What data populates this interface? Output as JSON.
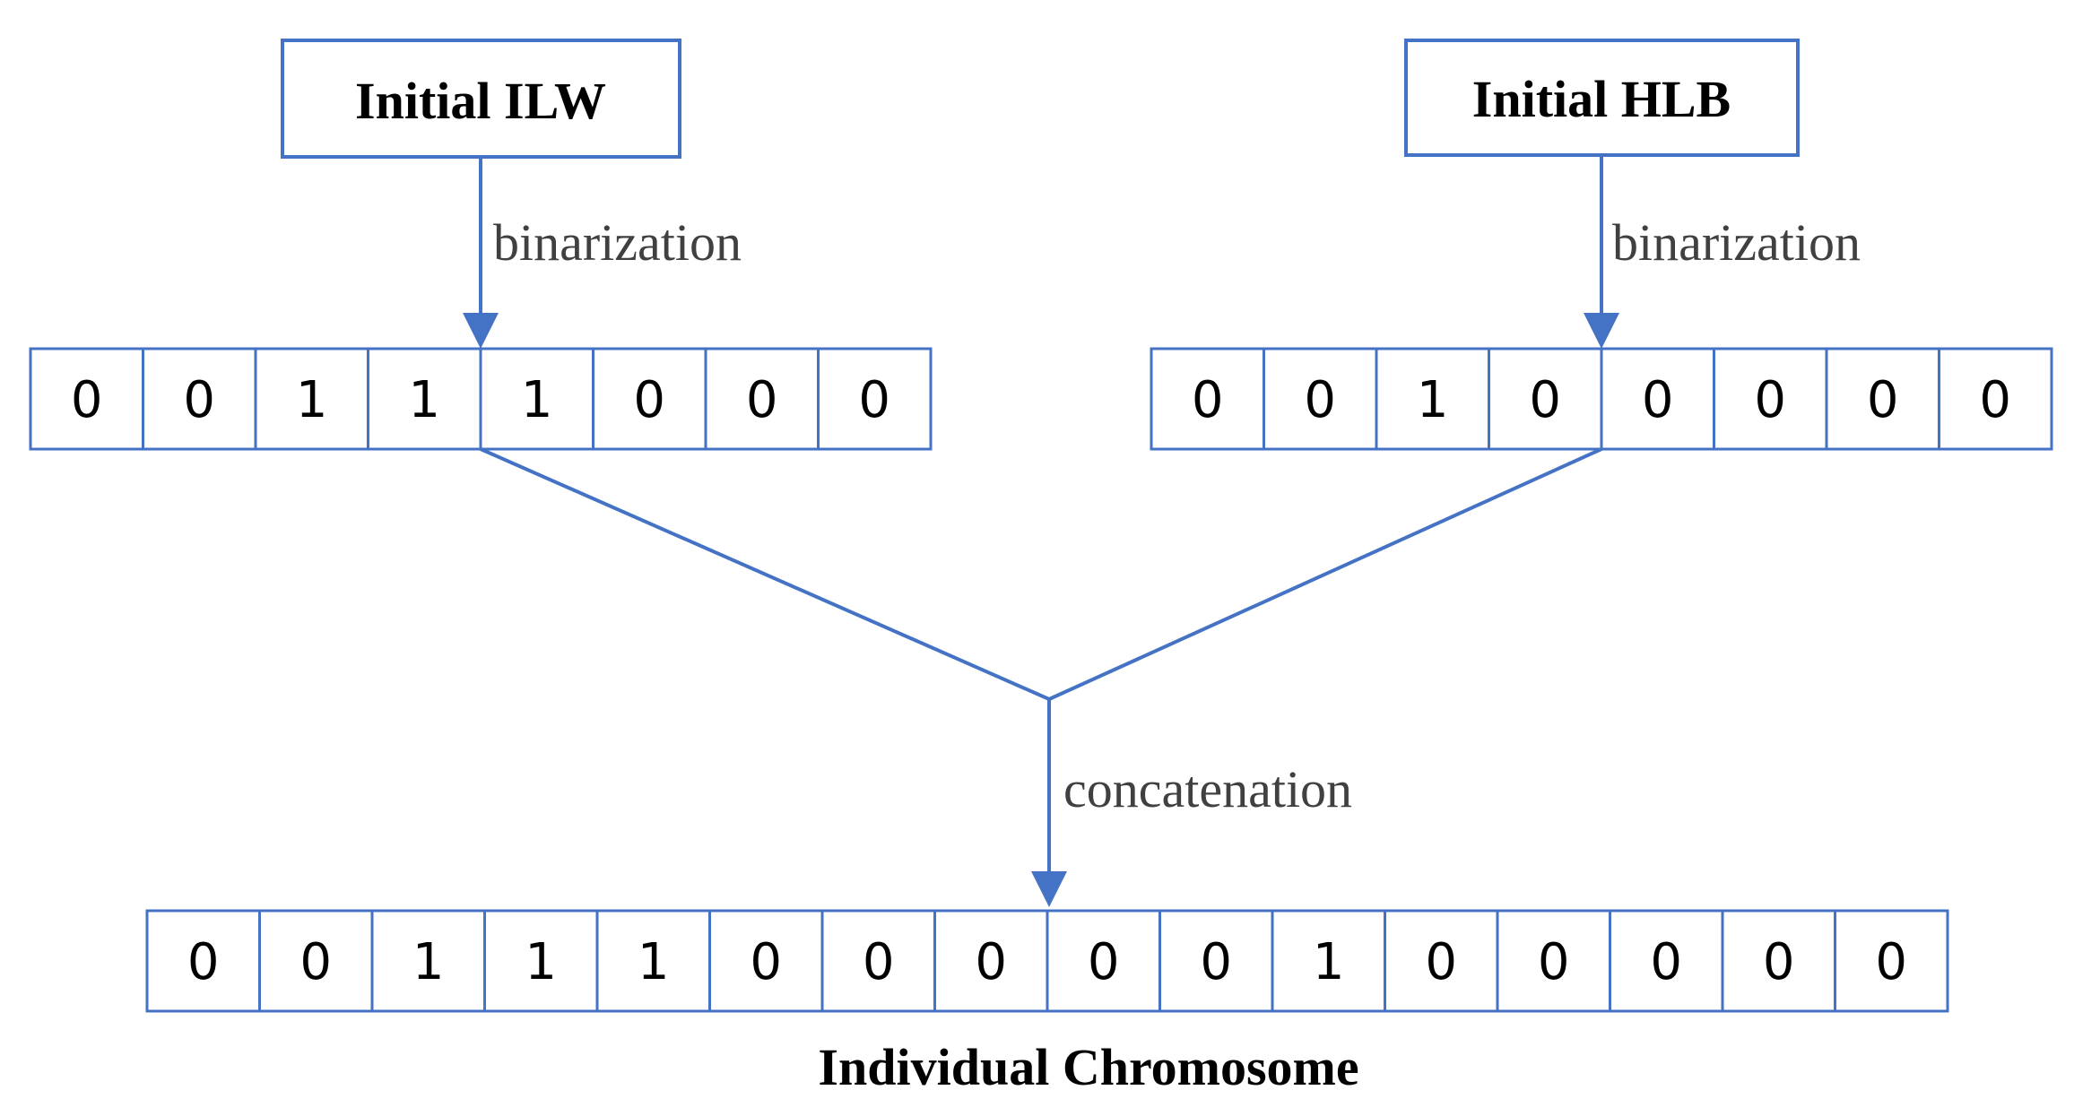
{
  "boxes": {
    "ilw": "Initial ILW",
    "hlb": "Initial HLB"
  },
  "edges": {
    "ilw_binarization": "binarization",
    "hlb_binarization": "binarization",
    "concatenation": "concatenation"
  },
  "arrays": {
    "ilw_bits": [
      "0",
      "0",
      "1",
      "1",
      "1",
      "0",
      "0",
      "0"
    ],
    "hlb_bits": [
      "0",
      "0",
      "1",
      "0",
      "0",
      "0",
      "0",
      "0"
    ],
    "chromosome_bits": [
      "0",
      "0",
      "1",
      "1",
      "1",
      "0",
      "0",
      "0",
      "0",
      "0",
      "1",
      "0",
      "0",
      "0",
      "0",
      "0"
    ]
  },
  "caption": "Individual Chromosome",
  "colors": {
    "line": "#4472c4",
    "text": "#000000",
    "label": "#404040"
  }
}
